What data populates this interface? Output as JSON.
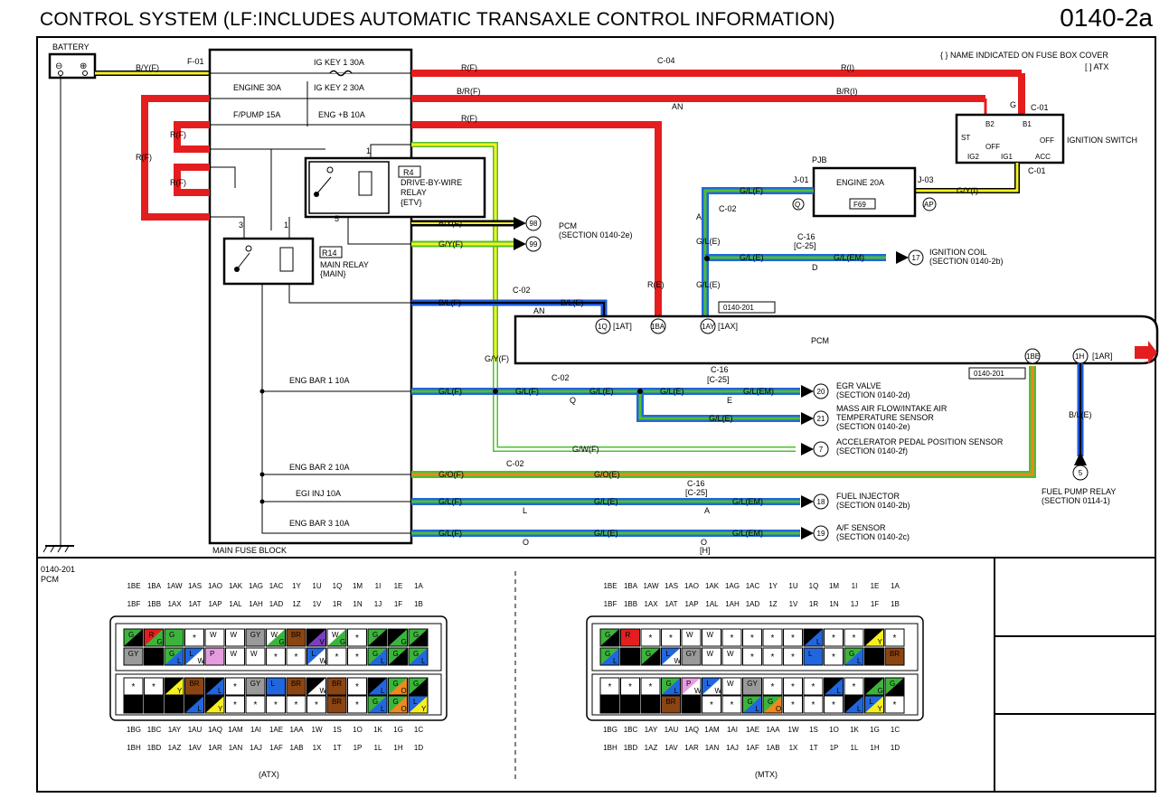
{
  "header": {
    "title": "CONTROL SYSTEM (LF:INCLUDES AUTOMATIC TRANSAXLE CONTROL INFORMATION)",
    "page": "0140-2a"
  },
  "notes": {
    "fusebox_note": "{ } NAME INDICATED ON FUSE BOX COVER",
    "atx_note": "[ ] ATX"
  },
  "components": {
    "battery": "BATTERY",
    "main_fuse_block": "MAIN FUSE BLOCK",
    "fuses": {
      "ig_key1": "IG KEY 1 30A",
      "engine30": "ENGINE 30A",
      "ig_key2": "IG KEY 2 30A",
      "fpump": "F/PUMP 15A",
      "engb": "ENG +B 10A",
      "engbar1": "ENG BAR 1 10A",
      "engbar2": "ENG BAR 2 10A",
      "egiinj": "EGI INJ 10A",
      "engbar3": "ENG BAR 3 10A"
    },
    "relay_r4": {
      "tag": "R4",
      "line1": "DRIVE-BY-WIRE",
      "line2": "RELAY",
      "line3": "{ETV}"
    },
    "relay_r14": {
      "tag": "R14",
      "line1": "MAIN RELAY",
      "line2": "{MAIN}"
    },
    "ignition_switch": {
      "label": "IGNITION SWITCH",
      "terminals": [
        "B2",
        "B1",
        "ST",
        "OFF",
        "OFF",
        "IG2",
        "IG1",
        "ACC"
      ],
      "connector_top": "G",
      "connector_bottom": "C-01"
    },
    "pjb": {
      "label": "PJB",
      "fuse": "ENGINE 20A",
      "fuse_id": "F69",
      "conn_in": "J-01",
      "conn_out": "J-03",
      "pin_q": "Q",
      "pin_ap": "AP"
    },
    "pcm": "PCM",
    "ground": "",
    "pcm_ref_1": "0140-201",
    "pcm_ref_2": "0140-201"
  },
  "connectors": {
    "f01": "F-01",
    "c04": "C-04",
    "c04_pin": "AN",
    "c01": "C-01",
    "c02": "C-02",
    "c16": "C-16",
    "c25": "[C-25]",
    "pin_a": "A",
    "pin_d": "D",
    "pin_an": "AN",
    "pin_q": "Q",
    "pin_e": "E",
    "pin_l": "L",
    "pin_o": "O",
    "pin_h": "[H]",
    "relay_pins": [
      "1",
      "5",
      "3",
      "1"
    ]
  },
  "wires": {
    "by_f": "B/Y(F)",
    "r_f": "R(F)",
    "r_i": "R(I)",
    "br_f": "B/R(F)",
    "br_i": "B/R(I)",
    "gl_f": "G/L(F)",
    "gy_i": "G/Y(I)",
    "gl_e": "G/L(E)",
    "gl_em": "G/L(EM)",
    "gy_f": "G/Y(F)",
    "bl_f": "B/L(F)",
    "bl_e": "B/L(E)",
    "r_e": "R(E)",
    "gw_f": "G/W(F)",
    "go_f": "G/O(F)",
    "go_e": "G/O(E)"
  },
  "terminals": {
    "t1q": "1Q",
    "t1at": "[1AT]",
    "t1ba": "1BA",
    "t1ay": "1AY",
    "t1ax": "[1AX]",
    "t1be": "1BE",
    "t1h": "1H",
    "t1ar": "[1AR]"
  },
  "destinations": [
    {
      "num": "98",
      "l1": "PCM",
      "l2": "(SECTION 0140-2e)"
    },
    {
      "num": "99",
      "l1": "",
      "l2": ""
    },
    {
      "num": "17",
      "l1": "IGNITION COIL",
      "l2": "(SECTION 0140-2b)"
    },
    {
      "num": "20",
      "l1": "EGR VALVE",
      "l2": "(SECTION 0140-2d)"
    },
    {
      "num": "21",
      "l1": "MASS AIR FLOW/INTAKE AIR",
      "l2": "TEMPERATURE SENSOR",
      "l3": "(SECTION 0140-2e)"
    },
    {
      "num": "7",
      "l1": "ACCELERATOR PEDAL POSITION SENSOR",
      "l2": "(SECTION 0140-2f)"
    },
    {
      "num": "5",
      "l1": "FUEL PUMP RELAY",
      "l2": "(SECTION 0114-1)"
    },
    {
      "num": "18",
      "l1": "FUEL INJECTOR",
      "l2": "(SECTION 0140-2b)"
    },
    {
      "num": "19",
      "l1": "A/F SENSOR",
      "l2": "(SECTION 0140-2c)"
    }
  ],
  "connector_views": {
    "ref": "0140-201",
    "name": "PCM",
    "atx_label": "(ATX)",
    "mtx_label": "(MTX)",
    "atx_rows": {
      "r1": [
        "1BE",
        "1BA",
        "1AW",
        "1AS",
        "1AO",
        "1AK",
        "1AG",
        "1AC",
        "1Y",
        "1U",
        "1Q",
        "1M",
        "1I",
        "1E",
        "1A"
      ],
      "r2": [
        "1BF",
        "1BB",
        "1AX",
        "1AT",
        "1AP",
        "1AL",
        "1AH",
        "1AD",
        "1Z",
        "1V",
        "1R",
        "1N",
        "1J",
        "1F",
        "1B"
      ],
      "r3": [
        "1BG",
        "1BC",
        "1AY",
        "1AU",
        "1AQ",
        "1AM",
        "1AI",
        "1AE",
        "1AA",
        "1W",
        "1S",
        "1O",
        "1K",
        "1G",
        "1C"
      ],
      "r4": [
        "1BH",
        "1BD",
        "1AZ",
        "1AV",
        "1AR",
        "1AN",
        "1AJ",
        "1AF",
        "1AB",
        "1X",
        "1T",
        "1P",
        "1L",
        "1H",
        "1D"
      ]
    },
    "mtx_rows": {
      "r1": [
        "1BE",
        "1BA",
        "1AW",
        "1AS",
        "1AO",
        "1AK",
        "1AG",
        "1AC",
        "1Y",
        "1U",
        "1Q",
        "1M",
        "1I",
        "1E",
        "1A"
      ],
      "r2": [
        "1BF",
        "1BB",
        "1AX",
        "1AT",
        "1AP",
        "1AL",
        "1AH",
        "1AD",
        "1Z",
        "1V",
        "1R",
        "1N",
        "1J",
        "1F",
        "1B"
      ],
      "r3": [
        "1BG",
        "1BC",
        "1AY",
        "1AU",
        "1AQ",
        "1AM",
        "1AI",
        "1AE",
        "1AA",
        "1W",
        "1S",
        "1O",
        "1K",
        "1G",
        "1C"
      ],
      "r4": [
        "1BH",
        "1BD",
        "1AZ",
        "1AV",
        "1AR",
        "1AN",
        "1AJ",
        "1AF",
        "1AB",
        "1X",
        "1T",
        "1P",
        "1L",
        "1H",
        "1D"
      ]
    },
    "atx_cells": [
      [
        "GB",
        "RG",
        "G",
        "*",
        "W",
        "W",
        "GY",
        "WG",
        "BR",
        "BV",
        "WG",
        "*",
        "GB",
        "BG",
        "GB"
      ],
      [
        "GY",
        "B",
        "GL",
        "LW",
        "P",
        "W",
        "W",
        "*",
        "*",
        "LW",
        "*",
        "*",
        "GL",
        "GB",
        "GL"
      ],
      [
        "*",
        "*",
        "BY",
        "BR",
        "BL",
        "*",
        "GY",
        "L",
        "BR",
        "BW",
        "BR",
        "*",
        "BL",
        "GO",
        "GB"
      ],
      [
        "B",
        "B",
        "B",
        "BL",
        "BY",
        "*",
        "*",
        "*",
        "*",
        "*",
        "BR",
        "*",
        "GL",
        "GO",
        "LY"
      ]
    ],
    "mtx_cells": [
      [
        "GB",
        "R",
        "*",
        "*",
        "W",
        "W",
        "*",
        "*",
        "*",
        "*",
        "BL",
        "*",
        "*",
        "BY",
        "*"
      ],
      [
        "GL",
        "B",
        "GB",
        "LW",
        "GY",
        "W",
        "W",
        "*",
        "*",
        "*",
        "L",
        "*",
        "GL",
        "B",
        "BR"
      ],
      [
        "*",
        "*",
        "*",
        "GL",
        "PW",
        "LW",
        "W",
        "GY",
        "*",
        "*",
        "*",
        "BL",
        "*",
        "BG",
        "GB"
      ],
      [
        "B",
        "B",
        "B",
        "BR",
        "B",
        "*",
        "*",
        "GL",
        "GO",
        "*",
        "*",
        "*",
        "BL",
        "LY",
        "*"
      ]
    ]
  }
}
